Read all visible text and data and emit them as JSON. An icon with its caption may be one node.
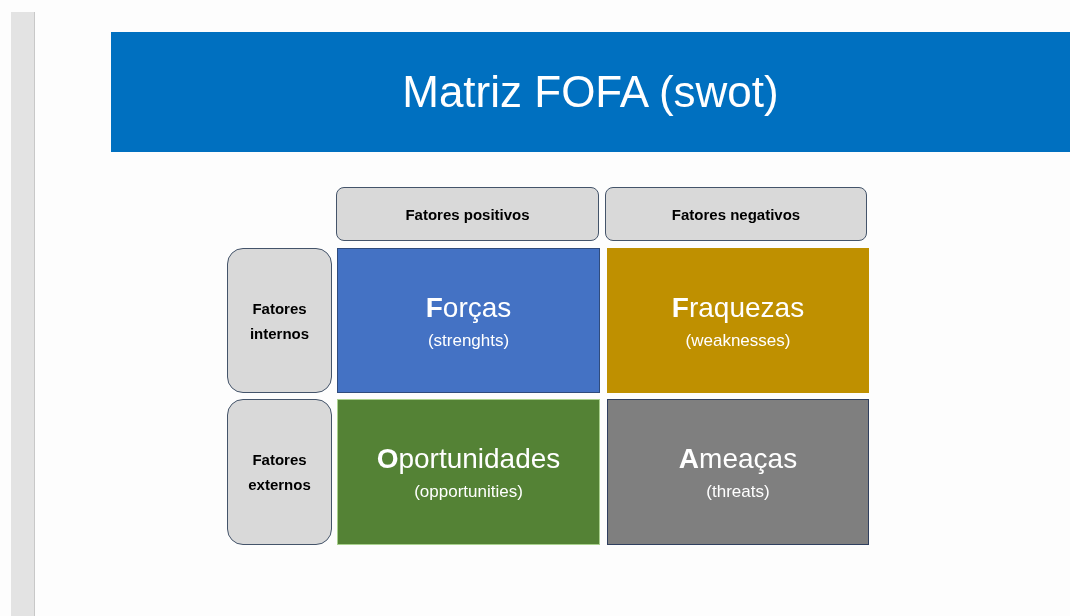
{
  "diagram": {
    "title": "Matriz FOFA (swot)",
    "nodes": [
      {
        "text": [
          "Fatores positivos"
        ]
      },
      {
        "text": [
          "Fatores negativos"
        ]
      },
      {
        "text": [
          "Fatores internos"
        ]
      },
      {
        "text": [
          "**F**orças",
          "(strenghts)"
        ]
      },
      {
        "text": [
          "**F**raquezas",
          "(weaknesses)"
        ]
      },
      {
        "text": [
          "Fatores externos"
        ]
      },
      {
        "text": [
          "**O**portunidades",
          "(opportunities)"
        ]
      },
      {
        "text": [
          "**A**meaças",
          "(threats)"
        ]
      }
    ]
  }
}
